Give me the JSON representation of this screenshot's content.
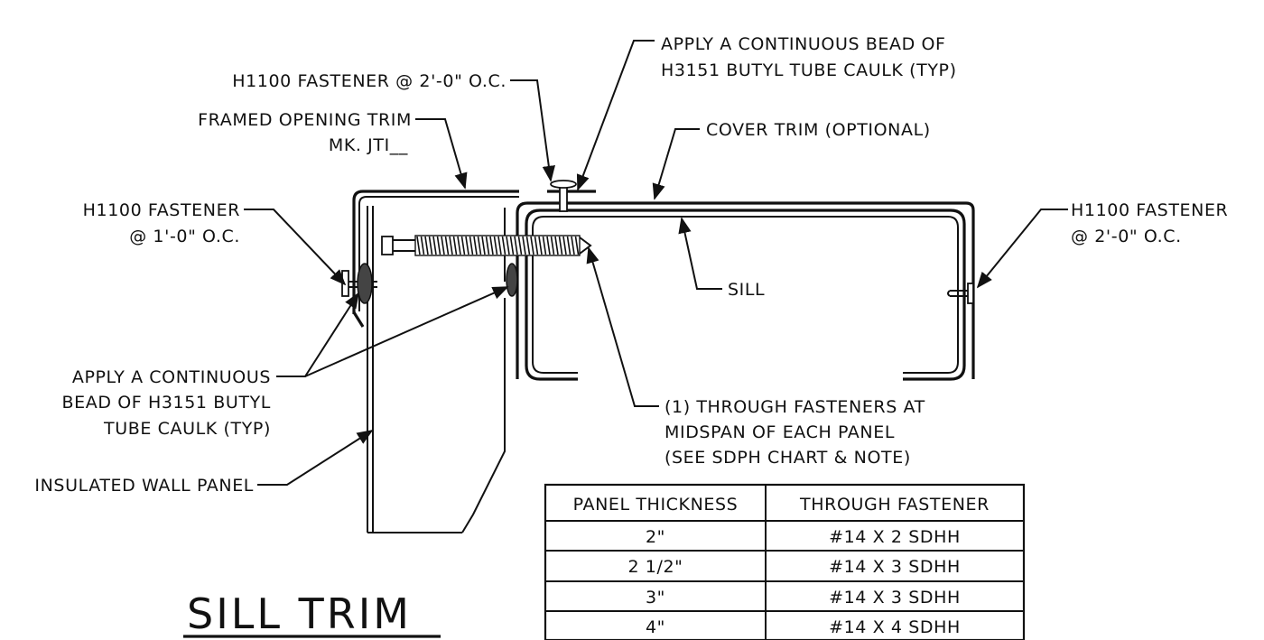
{
  "labels": {
    "fastener_top": "H1100 FASTENER @ 2'-0\" O.C.",
    "caulk_top_1": "APPLY A CONTINUOUS  BEAD OF",
    "caulk_top_2": "H3151 BUTYL TUBE CAULK (TYP)",
    "framed_trim_1": "FRAMED OPENING TRIM",
    "framed_trim_2": "MK. JTI__",
    "cover_trim": "COVER TRIM (OPTIONAL)",
    "fastener_left_1": "H1100 FASTENER",
    "fastener_left_2": "@ 1'-0\" O.C.",
    "fastener_right_1": "H1100 FASTENER",
    "fastener_right_2": "@ 2'-0\" O.C.",
    "sill": "SILL",
    "caulk_left_1": "APPLY A CONTINUOUS",
    "caulk_left_2": "BEAD OF H3151 BUTYL",
    "caulk_left_3": "TUBE CAULK (TYP)",
    "through_1": "(1) THROUGH FASTENERS AT",
    "through_2": "MIDSPAN OF EACH PANEL",
    "through_3": "(SEE SDPH CHART & NOTE)",
    "wall_panel": "INSULATED WALL PANEL",
    "title": "SILL TRIM"
  },
  "table": {
    "headers": [
      "PANEL THICKNESS",
      "THROUGH FASTENER"
    ],
    "rows": [
      [
        "2\"",
        "#14 X 2 SDHH"
      ],
      [
        "2 1/2\"",
        "#14 X 3 SDHH"
      ],
      [
        "3\"",
        "#14 X 3 SDHH"
      ],
      [
        "4\"",
        "#14 X 4 SDHH"
      ]
    ]
  }
}
